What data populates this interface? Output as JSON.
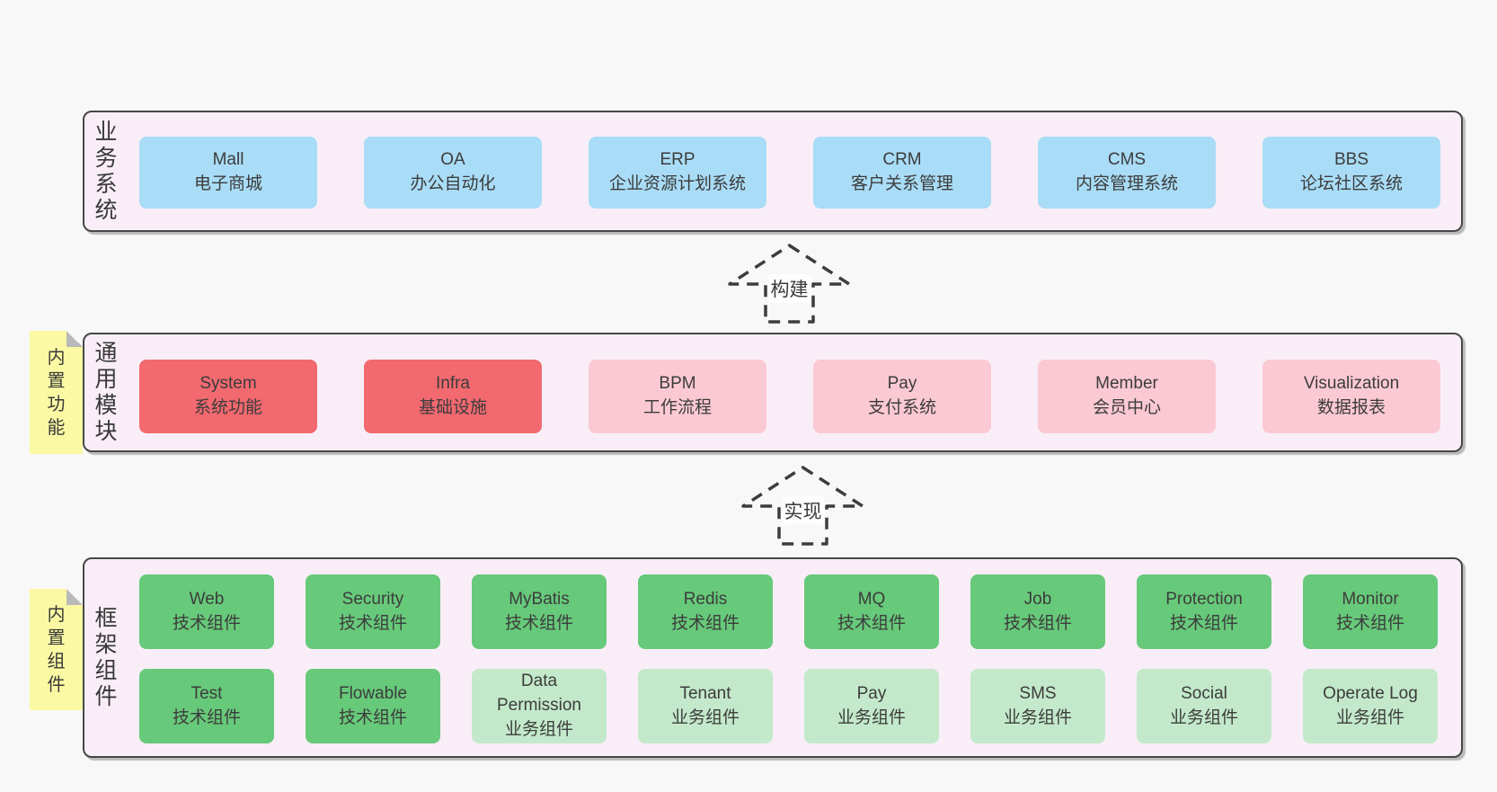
{
  "page": {
    "bg": "#f8f8f8"
  },
  "colors": {
    "page_bg": "#f8f8f8",
    "band_bg": "#f9eef7",
    "band_border": "#474747",
    "blue": "#a9dcf6",
    "red": "#f2696f",
    "pink": "#fbc9d3",
    "green": "#67c97a",
    "light_green": "#c3e9ca",
    "sticky_yellow": "#fbf9a3",
    "sticky_fold": "#b9b9b9",
    "text_dark": "#3c3c3c",
    "arrow_stroke": "#3d3d3d"
  },
  "bands": [
    {
      "label": "业务系统",
      "boxes": [
        {
          "en": "Mall",
          "zh": "电子商城"
        },
        {
          "en": "OA",
          "zh": "办公自动化"
        },
        {
          "en": "ERP",
          "zh": "企业资源计划系统"
        },
        {
          "en": "CRM",
          "zh": "客户关系管理"
        },
        {
          "en": "CMS",
          "zh": "内容管理系统"
        },
        {
          "en": "BBS",
          "zh": "论坛社区系统"
        }
      ]
    },
    {
      "label": "通用模块",
      "sticky": "内置功能",
      "boxes": [
        {
          "en": "System",
          "zh": "系统功能"
        },
        {
          "en": "Infra",
          "zh": "基础设施"
        },
        {
          "en": "BPM",
          "zh": "工作流程"
        },
        {
          "en": "Pay",
          "zh": "支付系统"
        },
        {
          "en": "Member",
          "zh": "会员中心"
        },
        {
          "en": "Visualization",
          "zh": "数据报表"
        }
      ]
    },
    {
      "label": "框架组件",
      "sticky": "内置组件",
      "rows": [
        [
          {
            "en": "Web",
            "zh": "技术组件"
          },
          {
            "en": "Security",
            "zh": "技术组件"
          },
          {
            "en": "MyBatis",
            "zh": "技术组件"
          },
          {
            "en": "Redis",
            "zh": "技术组件"
          },
          {
            "en": "MQ",
            "zh": "技术组件"
          },
          {
            "en": "Job",
            "zh": "技术组件"
          },
          {
            "en": "Protection",
            "zh": "技术组件"
          },
          {
            "en": "Monitor",
            "zh": "技术组件"
          }
        ],
        [
          {
            "en": "Test",
            "zh": "技术组件"
          },
          {
            "en": "Flowable",
            "zh": "技术组件"
          },
          {
            "en": "Data Permission",
            "zh": "业务组件"
          },
          {
            "en": "Tenant",
            "zh": "业务组件"
          },
          {
            "en": "Pay",
            "zh": "业务组件"
          },
          {
            "en": "SMS",
            "zh": "业务组件"
          },
          {
            "en": "Social",
            "zh": "业务组件"
          },
          {
            "en": "Operate Log",
            "zh": "业务组件"
          }
        ]
      ]
    }
  ],
  "arrows": [
    {
      "label": "构建"
    },
    {
      "label": "实现"
    }
  ]
}
